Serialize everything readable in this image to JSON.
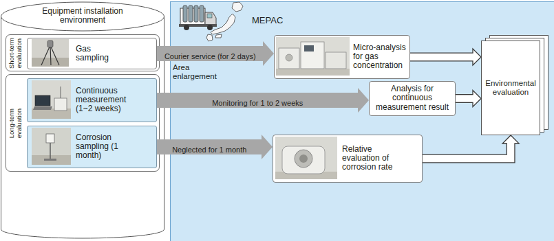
{
  "diagram": {
    "nodes": [
      {
        "text": [
          "Equipment installation environment"
        ]
      },
      {
        "text": [
          "Short-term evaluation"
        ],
        "in": 0
      },
      {
        "text": [
          "Gas sampling"
        ],
        "in": 1
      },
      {
        "text": [
          "Long-term evaluation"
        ],
        "in": 0
      },
      {
        "text": [
          "Continuous measurement (1~2 weeks)"
        ],
        "in": 3
      },
      {
        "text": [
          "Corrosion sampling (1 month)"
        ],
        "in": 3
      },
      {
        "text": [
          "MEPAC"
        ]
      },
      {
        "text": [
          "Micro-analysis for gas concentration"
        ],
        "in": 6
      },
      {
        "text": [
          "Analysis for continuous measurement result"
        ],
        "in": 6
      },
      {
        "text": [
          "Relative evaluation of corrosion rate"
        ],
        "in": 6
      },
      {
        "text": [
          "Environmental evaluation"
        ],
        "in": 6
      }
    ],
    "edges": [
      {
        "from": 2,
        "to": 7,
        "label": "Courier service (for 2 days)",
        "arrow": "to"
      },
      {
        "from": 4,
        "to": 8,
        "label": "Monitoring for 1 to 2 weeks",
        "arrow": "to"
      },
      {
        "from": 5,
        "to": 9,
        "label": "Neglected for 1 month",
        "arrow": "to"
      },
      {
        "from": 7,
        "to": 10,
        "arrow": "to"
      },
      {
        "from": 8,
        "to": 10,
        "arrow": "to"
      },
      {
        "from": 9,
        "to": 10,
        "arrow": "to"
      }
    ],
    "labels": [
      "Area enlargement"
    ]
  }
}
